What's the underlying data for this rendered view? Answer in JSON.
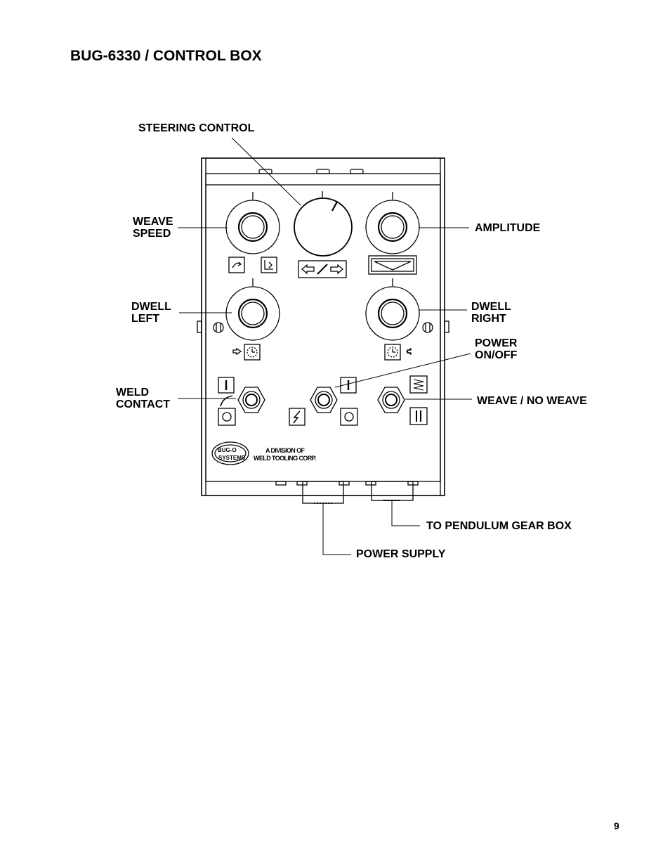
{
  "page": {
    "title": "BUG-6330 / CONTROL BOX",
    "page_number": "9"
  },
  "labels": {
    "steering_control": "STEERING CONTROL",
    "weave_speed": [
      "WEAVE",
      "SPEED"
    ],
    "amplitude": "AMPLITUDE",
    "dwell_left": [
      "DWELL",
      "LEFT"
    ],
    "dwell_right": [
      "DWELL",
      "RIGHT"
    ],
    "power_on_off": [
      "POWER",
      "ON/OFF"
    ],
    "weld_contact": [
      "WELD",
      "CONTACT"
    ],
    "weave_no_weave": "WEAVE / NO WEAVE",
    "to_pendulum_gear_box": "TO PENDULUM GEAR BOX",
    "power_supply": "POWER SUPPLY"
  },
  "panel": {
    "division_line1": "A DIVISION OF",
    "division_line2": "WELD TOOLING CORP.",
    "logo_text_top": "BUG-O",
    "logo_text_bottom": "SYSTEMS"
  }
}
